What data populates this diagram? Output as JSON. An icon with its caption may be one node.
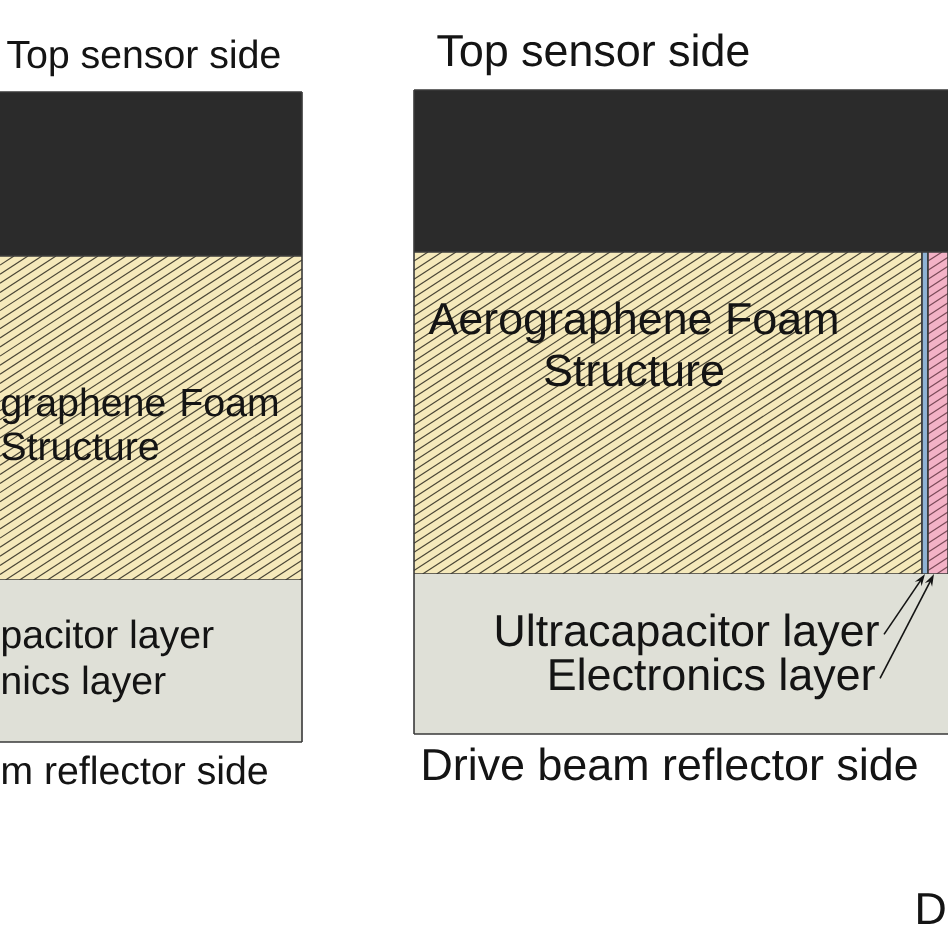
{
  "diagram": {
    "nodes": [
      {
        "text": [],
        "shape": "box",
        "beside": [
          "Top sensor side"
        ]
      },
      {
        "text": [
          "graphene Foam Structure"
        ]
      },
      {
        "text": [
          "pacitor layer",
          "nics layer"
        ],
        "beside": [
          "m reflector side"
        ]
      },
      {
        "text": [],
        "shape": "box",
        "beside": [
          "Top sensor side"
        ]
      },
      {
        "text": [
          "Aerographene Foam Structure"
        ]
      },
      {
        "text": [],
        "shape": "bar"
      },
      {
        "text": [],
        "shape": "bar"
      },
      {
        "text": [],
        "shape": "box",
        "beside": [
          "Drive beam reflector side"
        ]
      },
      {
        "text": [
          "Ultracapacitor layer"
        ],
        "in": 7
      },
      {
        "text": [
          "Electronics layer"
        ],
        "in": 7
      }
    ],
    "edges": [
      {
        "from": 8,
        "to": 5,
        "arrow": "to"
      },
      {
        "from": 9,
        "to": 6,
        "arrow": "to"
      }
    ],
    "labels": [
      "D"
    ]
  }
}
